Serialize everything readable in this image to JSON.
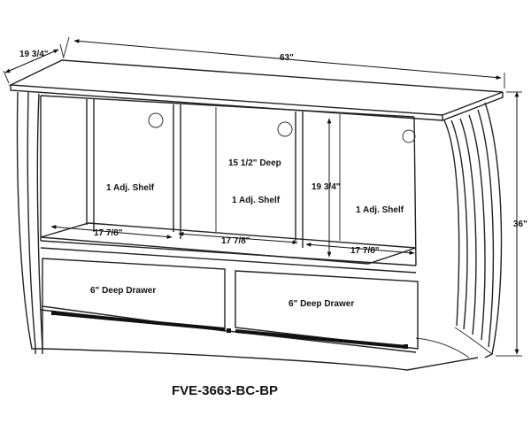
{
  "dimensions": {
    "depth": "19 3/4\"",
    "width": "63\"",
    "height": "36\"",
    "opening_height": "19 3/4\"",
    "opening_width_1": "17 7/8\"",
    "opening_width_2": "17 7/8\"",
    "opening_width_3": "17 7/8\"",
    "opening_depth": "15 1/2\" Deep"
  },
  "labels": {
    "shelf_left": "1 Adj. Shelf",
    "shelf_middle": "1 Adj. Shelf",
    "shelf_right": "1 Adj. Shelf",
    "drawer_left": "6\" Deep Drawer",
    "drawer_right": "6\" Deep Drawer"
  },
  "model_number": "FVE-3663-BC-BP"
}
